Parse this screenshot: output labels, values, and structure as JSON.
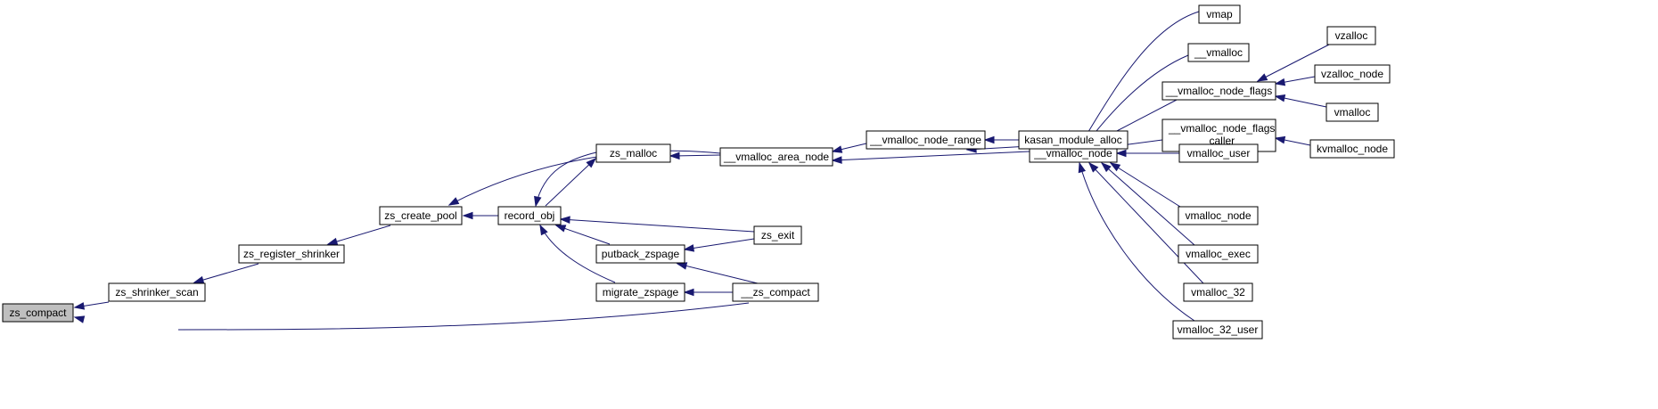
{
  "diagram": {
    "type": "caller-graph",
    "root": "zs_compact",
    "nodes": [
      {
        "id": "zs_compact",
        "label": "zs_compact",
        "highlight": true
      },
      {
        "id": "zs_shrinker_scan",
        "label": "zs_shrinker_scan"
      },
      {
        "id": "zs_register_shrinker",
        "label": "zs_register_shrinker"
      },
      {
        "id": "zs_create_pool",
        "label": "zs_create_pool"
      },
      {
        "id": "record_obj",
        "label": "record_obj"
      },
      {
        "id": "zs_malloc",
        "label": "zs_malloc"
      },
      {
        "id": "putback_zspage",
        "label": "putback_zspage"
      },
      {
        "id": "migrate_zspage",
        "label": "migrate_zspage"
      },
      {
        "id": "__vmalloc_area_node",
        "label": "__vmalloc_area_node"
      },
      {
        "id": "zs_exit",
        "label": "zs_exit"
      },
      {
        "id": "__zs_compact",
        "label": "__zs_compact"
      },
      {
        "id": "__vmalloc_node_range",
        "label": "__vmalloc_node_range"
      },
      {
        "id": "__vmalloc_node",
        "label": "__vmalloc_node"
      },
      {
        "id": "kasan_module_alloc",
        "label": "kasan_module_alloc"
      },
      {
        "id": "vmap",
        "label": "vmap"
      },
      {
        "id": "__vmalloc",
        "label": "__vmalloc"
      },
      {
        "id": "__vmalloc_node_flags",
        "label": "__vmalloc_node_flags"
      },
      {
        "id": "__vmalloc_node_flags_caller",
        "label": "__vmalloc_node_flags\n_caller"
      },
      {
        "id": "vmalloc_user",
        "label": "vmalloc_user"
      },
      {
        "id": "vmalloc_node",
        "label": "vmalloc_node"
      },
      {
        "id": "vmalloc_exec",
        "label": "vmalloc_exec"
      },
      {
        "id": "vmalloc_32",
        "label": "vmalloc_32"
      },
      {
        "id": "vmalloc_32_user",
        "label": "vmalloc_32_user"
      },
      {
        "id": "vzalloc",
        "label": "vzalloc"
      },
      {
        "id": "vzalloc_node",
        "label": "vzalloc_node"
      },
      {
        "id": "vmalloc",
        "label": "vmalloc"
      },
      {
        "id": "kvmalloc_node",
        "label": "kvmalloc_node"
      }
    ],
    "edges": [
      {
        "from": "zs_shrinker_scan",
        "to": "zs_compact"
      },
      {
        "from": "__zs_compact",
        "to": "zs_compact"
      },
      {
        "from": "zs_register_shrinker",
        "to": "zs_shrinker_scan"
      },
      {
        "from": "zs_create_pool",
        "to": "zs_register_shrinker"
      },
      {
        "from": "record_obj",
        "to": "zs_create_pool"
      },
      {
        "from": "__vmalloc_area_node",
        "to": "zs_create_pool"
      },
      {
        "from": "zs_malloc",
        "to": "record_obj"
      },
      {
        "from": "record_obj",
        "to": "zs_malloc"
      },
      {
        "from": "putback_zspage",
        "to": "record_obj"
      },
      {
        "from": "migrate_zspage",
        "to": "record_obj"
      },
      {
        "from": "zs_exit",
        "to": "record_obj"
      },
      {
        "from": "__vmalloc_area_node",
        "to": "zs_malloc"
      },
      {
        "from": "zs_exit",
        "to": "putback_zspage"
      },
      {
        "from": "__zs_compact",
        "to": "putback_zspage"
      },
      {
        "from": "__zs_compact",
        "to": "migrate_zspage"
      },
      {
        "from": "__vmalloc_node_range",
        "to": "__vmalloc_area_node"
      },
      {
        "from": "__vmalloc_node",
        "to": "__vmalloc_area_node"
      },
      {
        "from": "kasan_module_alloc",
        "to": "__vmalloc_node_range"
      },
      {
        "from": "__vmalloc_node",
        "to": "__vmalloc_node_range"
      },
      {
        "from": "vmap",
        "to": "__vmalloc_node"
      },
      {
        "from": "__vmalloc",
        "to": "__vmalloc_node"
      },
      {
        "from": "__vmalloc_node_flags",
        "to": "__vmalloc_node"
      },
      {
        "from": "__vmalloc_node_flags_caller",
        "to": "__vmalloc_node"
      },
      {
        "from": "vmalloc_user",
        "to": "__vmalloc_node"
      },
      {
        "from": "vmalloc_node",
        "to": "__vmalloc_node"
      },
      {
        "from": "vmalloc_exec",
        "to": "__vmalloc_node"
      },
      {
        "from": "vmalloc_32",
        "to": "__vmalloc_node"
      },
      {
        "from": "vmalloc_32_user",
        "to": "__vmalloc_node"
      },
      {
        "from": "vzalloc",
        "to": "__vmalloc_node_flags"
      },
      {
        "from": "vzalloc_node",
        "to": "__vmalloc_node_flags"
      },
      {
        "from": "vmalloc",
        "to": "__vmalloc_node_flags"
      },
      {
        "from": "kvmalloc_node",
        "to": "__vmalloc_node_flags_caller"
      }
    ]
  },
  "colors": {
    "edge": "#191970",
    "node_border": "#000000",
    "node_fill": "#ffffff",
    "root_fill": "#bfbfbf"
  }
}
